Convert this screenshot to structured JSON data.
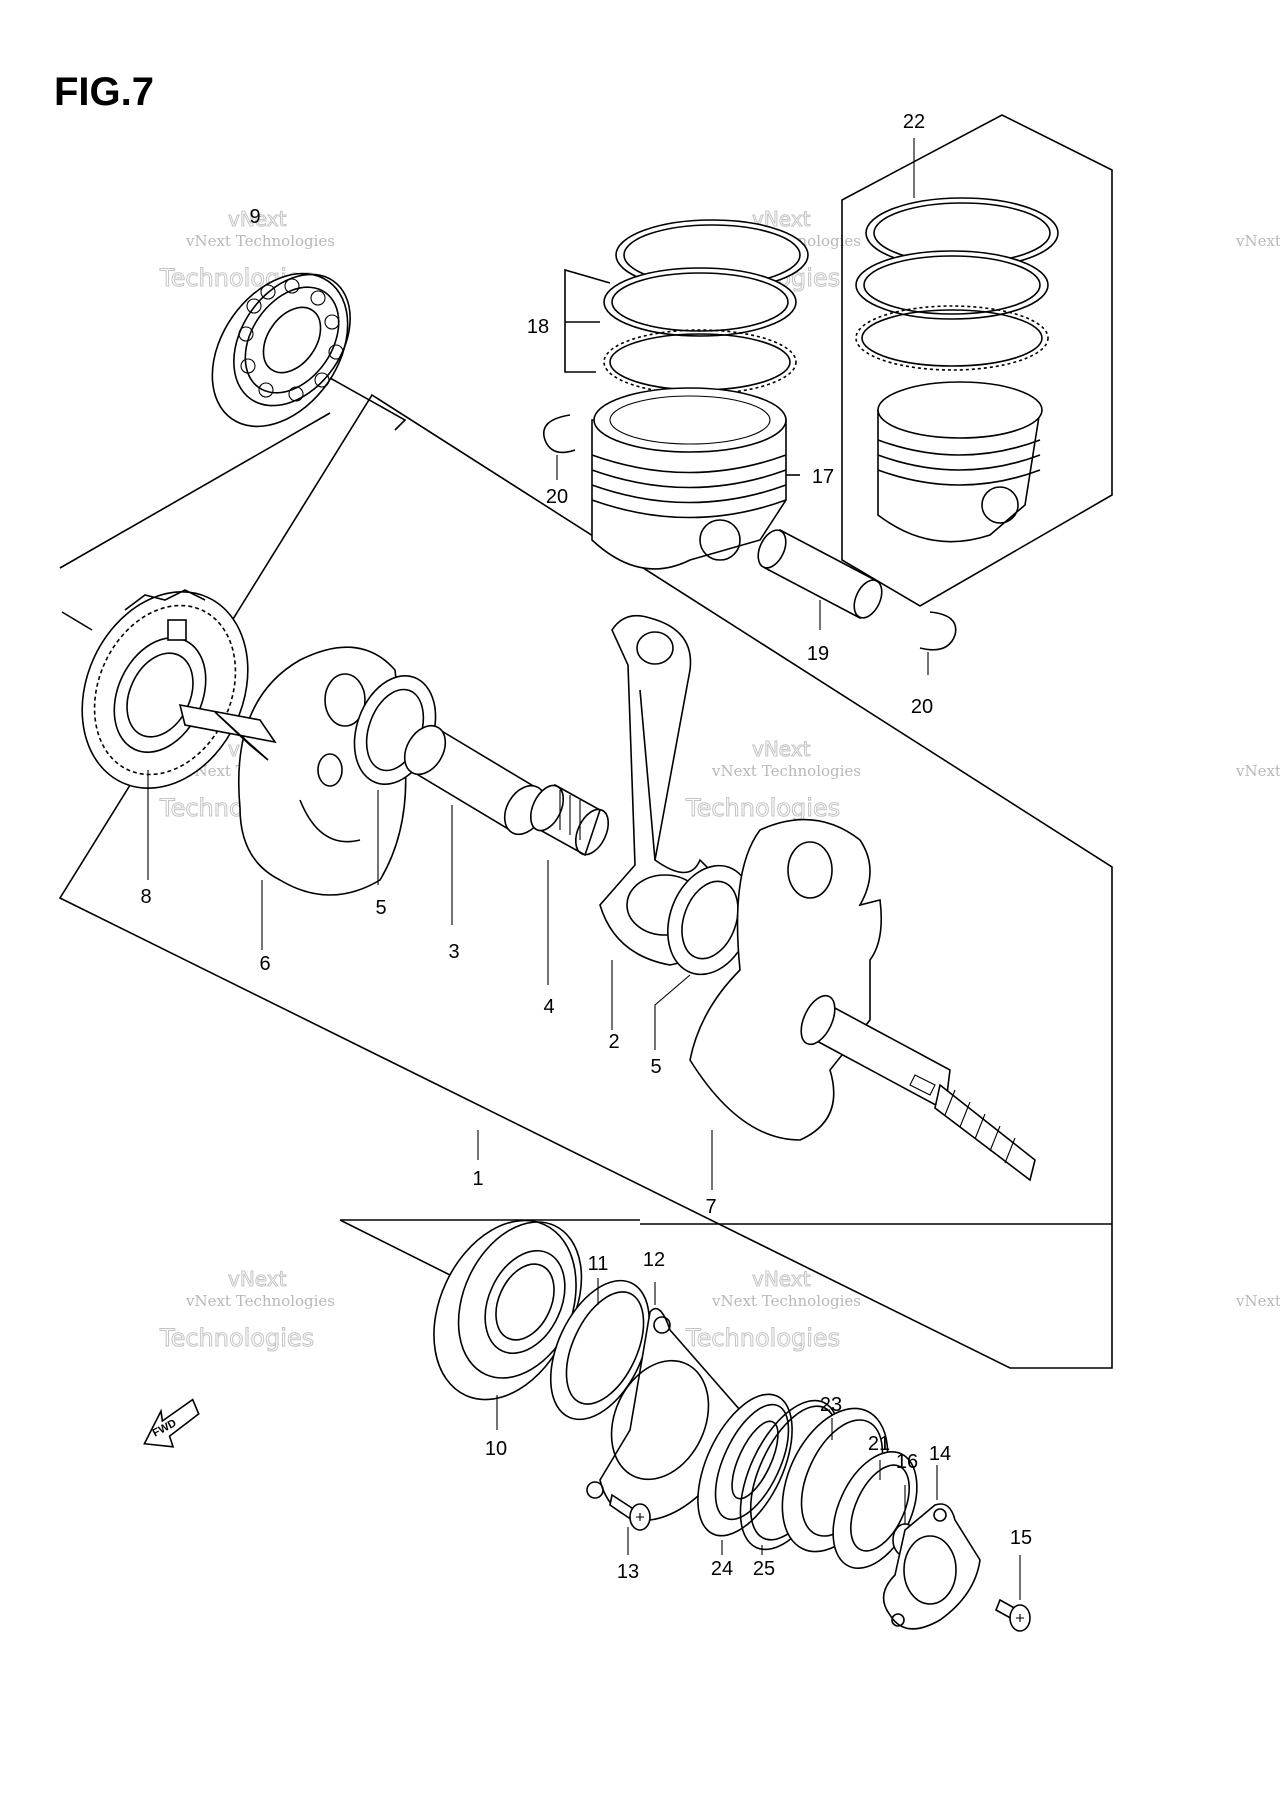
{
  "figure": {
    "title": "FIG.7"
  },
  "watermark": {
    "line1": "vNext Technologies",
    "line2": "Technologies",
    "line3": "vNext"
  },
  "fwd_label": "FWD",
  "callouts": [
    {
      "id": "c9",
      "text": "9"
    },
    {
      "id": "c22",
      "text": "22"
    },
    {
      "id": "c18",
      "text": "18"
    },
    {
      "id": "c20a",
      "text": "20"
    },
    {
      "id": "c17",
      "text": "17"
    },
    {
      "id": "c19",
      "text": "19"
    },
    {
      "id": "c20b",
      "text": "20"
    },
    {
      "id": "c8",
      "text": "8"
    },
    {
      "id": "c5a",
      "text": "5"
    },
    {
      "id": "c6",
      "text": "6"
    },
    {
      "id": "c3",
      "text": "3"
    },
    {
      "id": "c4",
      "text": "4"
    },
    {
      "id": "c2",
      "text": "2"
    },
    {
      "id": "c5b",
      "text": "5"
    },
    {
      "id": "c1",
      "text": "1"
    },
    {
      "id": "c7",
      "text": "7"
    },
    {
      "id": "c11",
      "text": "11"
    },
    {
      "id": "c12",
      "text": "12"
    },
    {
      "id": "c10",
      "text": "10"
    },
    {
      "id": "c13",
      "text": "13"
    },
    {
      "id": "c23",
      "text": "23"
    },
    {
      "id": "c21",
      "text": "21"
    },
    {
      "id": "c16",
      "text": "16"
    },
    {
      "id": "c14",
      "text": "14"
    },
    {
      "id": "c24",
      "text": "24"
    },
    {
      "id": "c25",
      "text": "25"
    },
    {
      "id": "c15",
      "text": "15"
    }
  ]
}
